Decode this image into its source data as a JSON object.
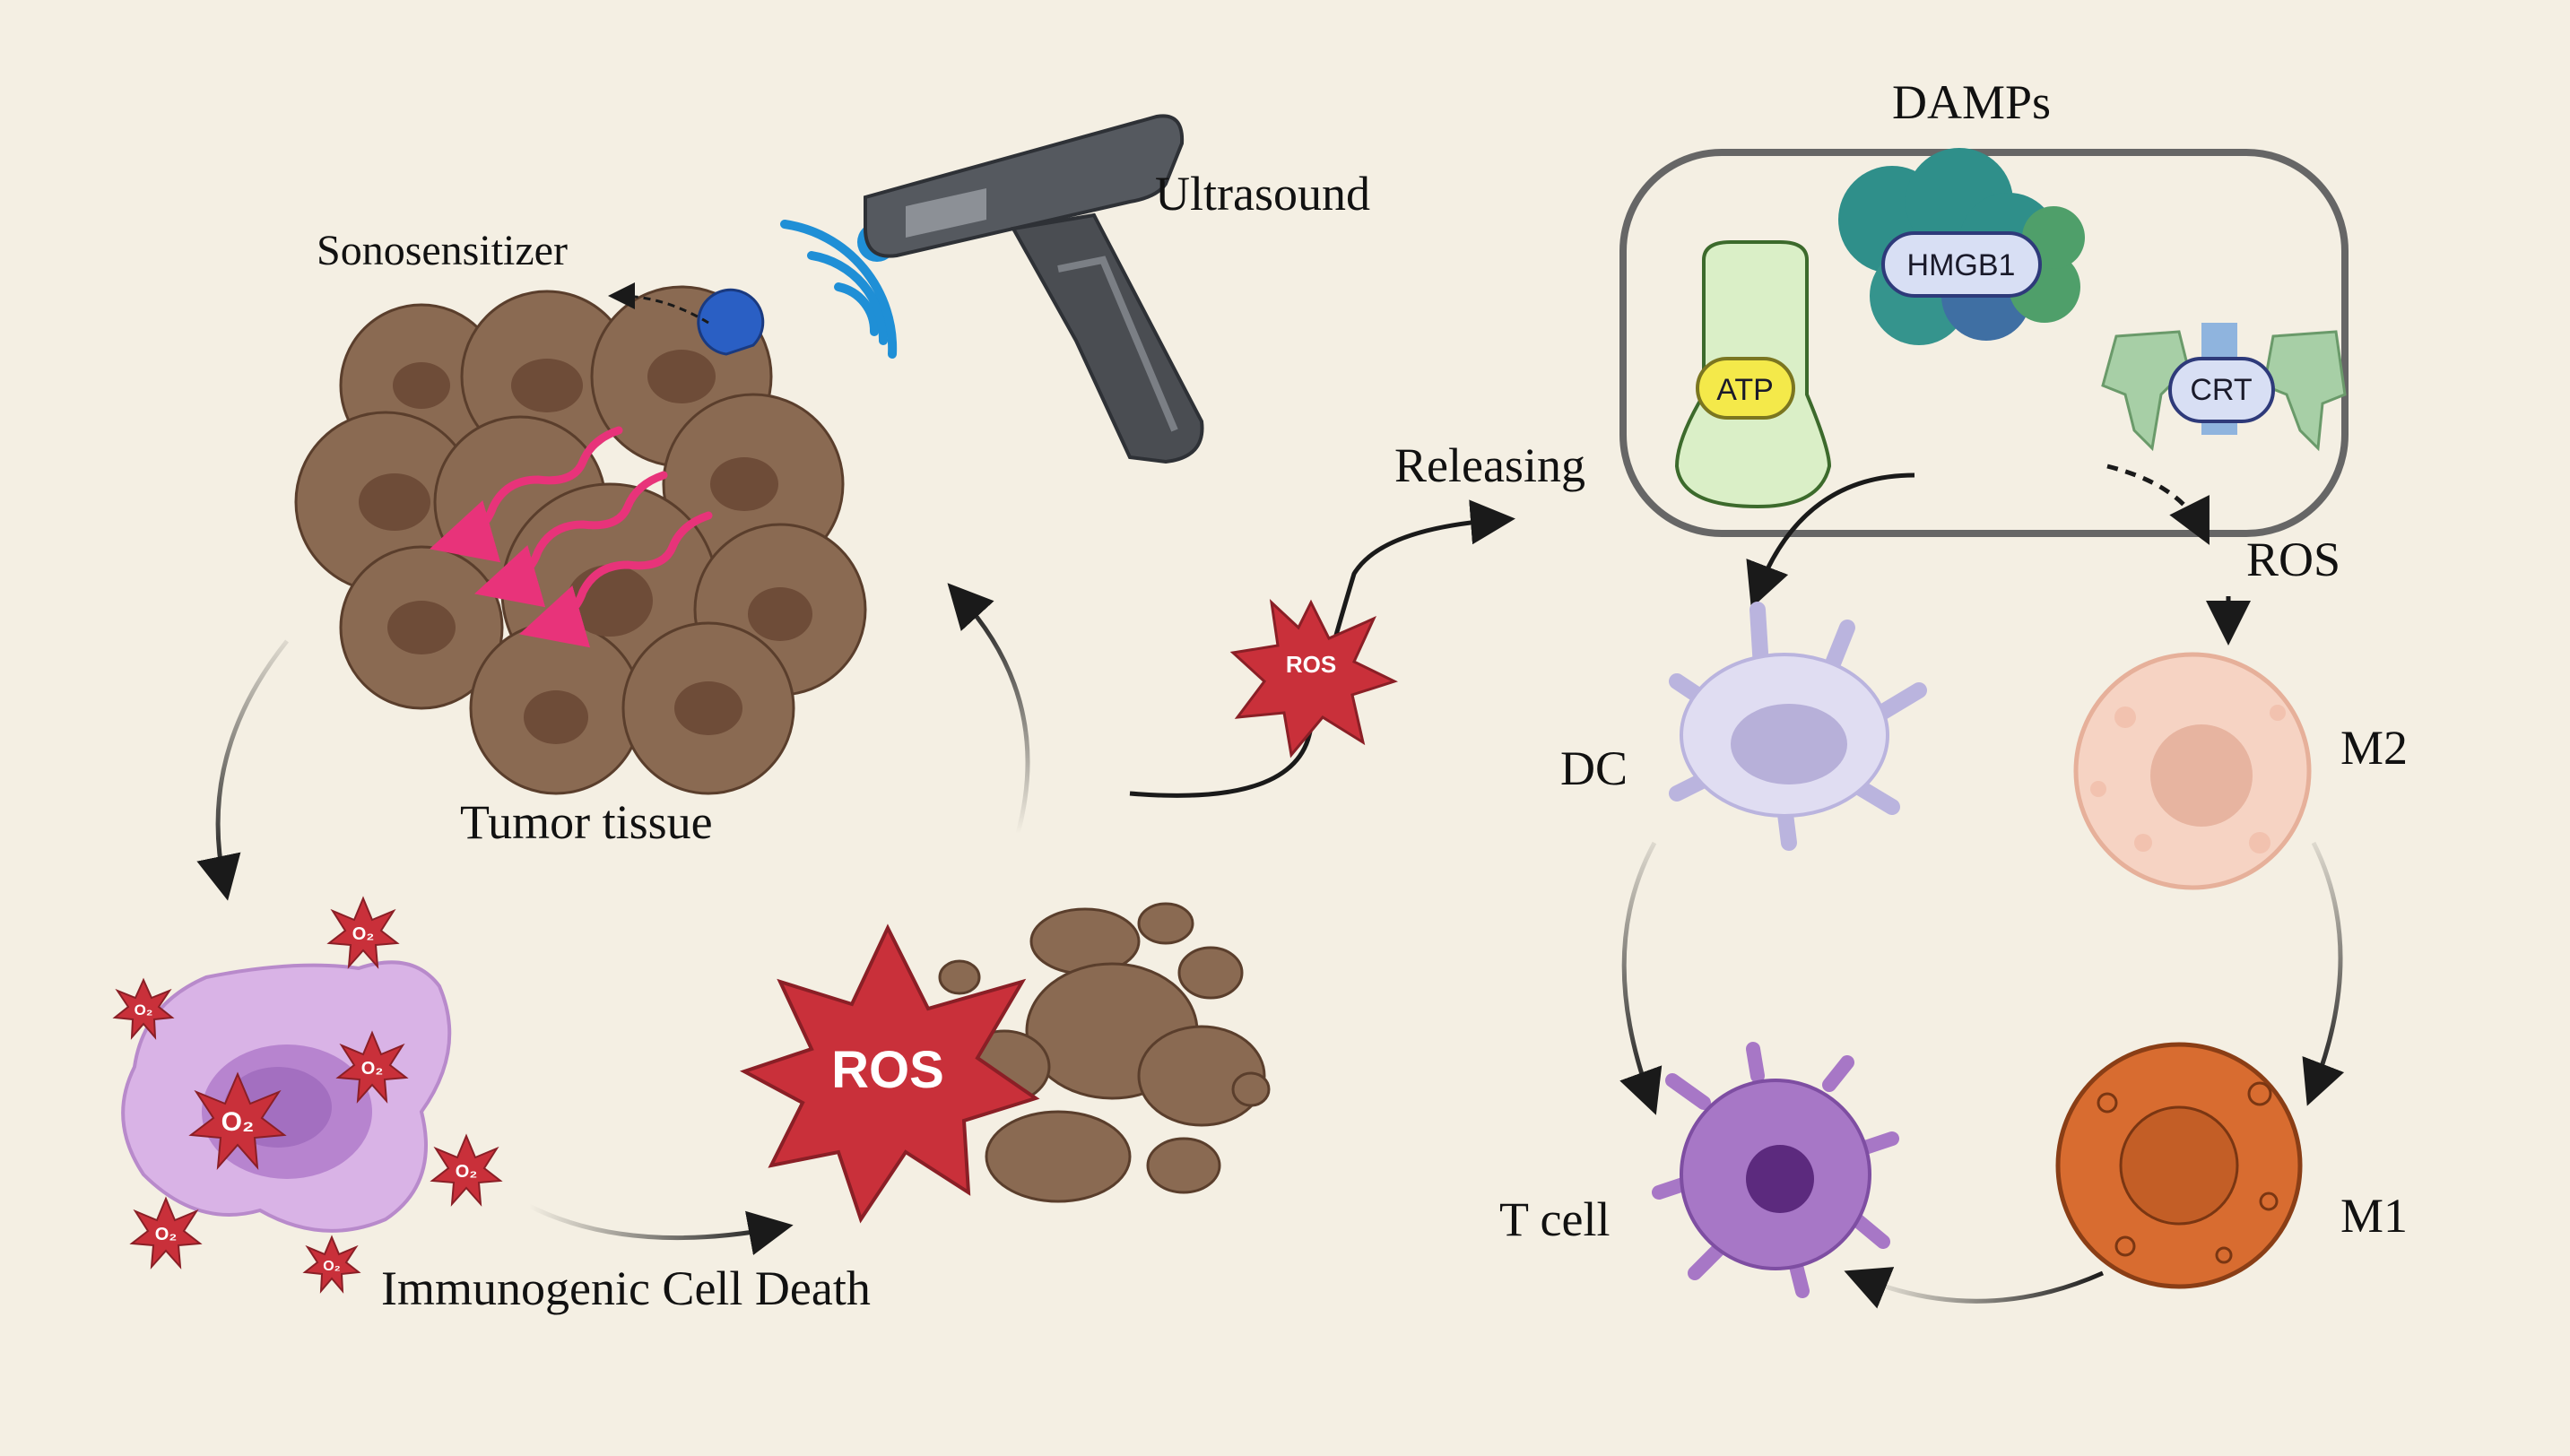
{
  "labels": {
    "sonosensitizer": "Sonosensitizer",
    "ultrasound": "Ultrasound",
    "tumor_tissue": "Tumor tissue",
    "icd": "Immunogenic Cell Death",
    "releasing": "Releasing",
    "damps": "DAMPs",
    "hmgb1": "HMGB1",
    "atp": "ATP",
    "crt": "CRT",
    "ros_right": "ROS",
    "dc": "DC",
    "m2": "M2",
    "m1": "M1",
    "t_cell": "T cell",
    "ros_big": "ROS",
    "ros_small": "ROS",
    "o2": "O₂"
  },
  "colors": {
    "background": "#f4efe3",
    "tumor": "#8a6a52",
    "ros_burst": "#c9303a",
    "wave_arrows": "#e8337a",
    "ultrasound_waves": "#1f8fd6",
    "atp_pill": "#f4e94a",
    "dc_cell": "#d9d6ee",
    "m2_cell": "#f6d3c3",
    "m1_cell": "#d86c30",
    "t_cell": "#a777c6",
    "dying_cell": "#d9b3e6"
  }
}
